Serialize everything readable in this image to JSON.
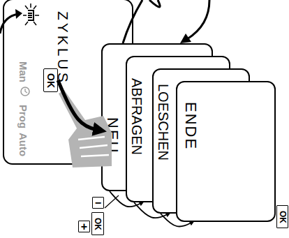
{
  "diagram": {
    "nodes": [
      {
        "text": [
          "Auto",
          "Prog",
          "Man",
          "ZYKLUS"
        ]
      },
      {
        "text": [
          "OK"
        ],
        "in": 0
      },
      {
        "text": [
          "NEU"
        ]
      },
      {
        "text": [
          "ABFRAGEN"
        ]
      },
      {
        "text": [
          "LOESCHEN"
        ]
      },
      {
        "text": [
          "ENDE"
        ]
      },
      {
        "text": [
          "−"
        ]
      },
      {
        "text": [
          "+"
        ]
      },
      {
        "text": [
          "OK"
        ]
      },
      {
        "text": [
          "OK"
        ]
      }
    ],
    "edges": [
      {
        "from": 1,
        "to": 2,
        "arrow": "to"
      },
      {
        "from": 2,
        "to": 3,
        "arrow": "to"
      },
      {
        "from": 3,
        "to": 4,
        "arrow": "to"
      },
      {
        "from": 4,
        "to": 5,
        "arrow": "to"
      }
    ]
  }
}
